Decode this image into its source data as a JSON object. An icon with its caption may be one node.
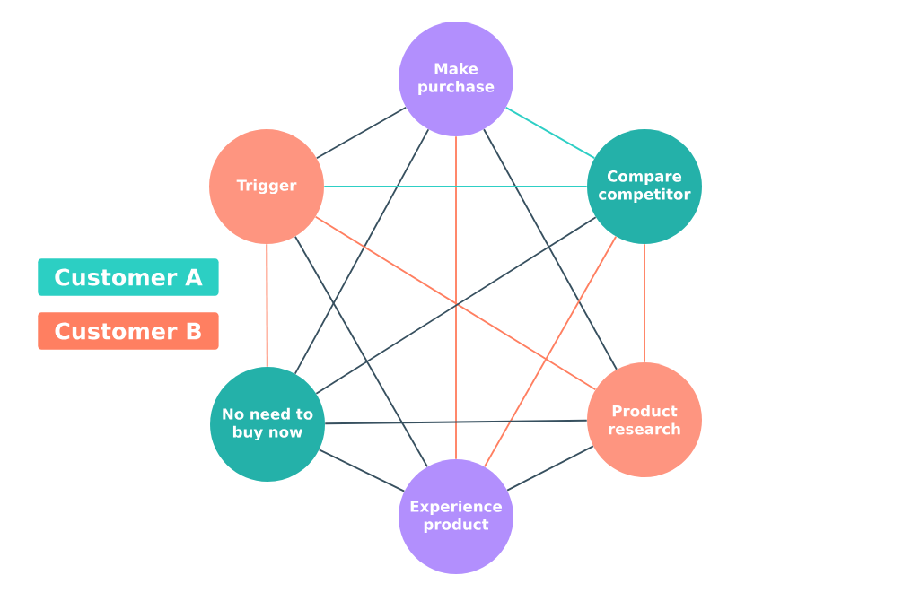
{
  "diagram": {
    "nodes": [
      {
        "text": [
          "Make purchase"
        ]
      },
      {
        "text": [
          "Trigger"
        ]
      },
      {
        "text": [
          "Compare competitor"
        ]
      },
      {
        "text": [
          "No need to buy now"
        ]
      },
      {
        "text": [
          "Product research"
        ]
      },
      {
        "text": [
          "Experience product"
        ]
      }
    ],
    "edges": [
      {
        "from": 0,
        "to": 1,
        "arrow": "none"
      },
      {
        "from": 0,
        "to": 2,
        "arrow": "none",
        "color": "#2ecfc5"
      },
      {
        "from": 0,
        "to": 3,
        "arrow": "none"
      },
      {
        "from": 0,
        "to": 4,
        "arrow": "none"
      },
      {
        "from": 0,
        "to": 5,
        "arrow": "none",
        "color": "#ff7f61"
      },
      {
        "from": 1,
        "to": 2,
        "arrow": "none",
        "color": "#2ecfc5"
      },
      {
        "from": 1,
        "to": 3,
        "arrow": "none",
        "color": "#ff7f61"
      },
      {
        "from": 1,
        "to": 4,
        "arrow": "none",
        "color": "#ff7f61"
      },
      {
        "from": 1,
        "to": 5,
        "arrow": "none"
      },
      {
        "from": 2,
        "to": 3,
        "arrow": "none"
      },
      {
        "from": 2,
        "to": 4,
        "arrow": "none",
        "color": "#ff7f61"
      },
      {
        "from": 2,
        "to": 5,
        "arrow": "none",
        "color": "#ff7f61"
      },
      {
        "from": 3,
        "to": 4,
        "arrow": "none"
      },
      {
        "from": 3,
        "to": 5,
        "arrow": "none"
      },
      {
        "from": 4,
        "to": 5,
        "arrow": "none"
      }
    ],
    "legend": [
      {
        "text": "Customer A",
        "color": "#2ccfc3"
      },
      {
        "text": "Customer B",
        "color": "#ff7f61"
      }
    ]
  }
}
